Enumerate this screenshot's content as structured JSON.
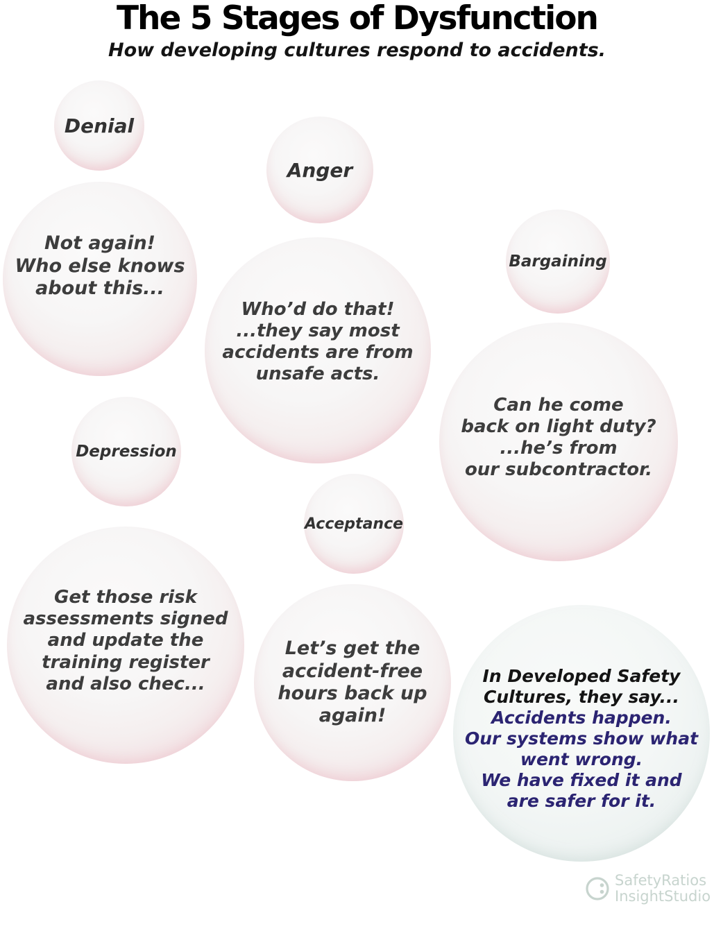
{
  "header": {
    "title": "The 5 Stages of Dysfunction",
    "subtitle": "How developing cultures respond to accidents."
  },
  "stages": [
    {
      "label": "Denial",
      "quote": "Not again!\nWho else knows\nabout this..."
    },
    {
      "label": "Anger",
      "quote": "Who’d do that!\n...they say most\naccidents are from\nunsafe acts."
    },
    {
      "label": "Bargaining",
      "quote": "Can he come\nback on light duty?\n...he’s from\nour subcontractor."
    },
    {
      "label": "Depression",
      "quote": "Get those risk\nassessments signed\nand update the\ntraining register\nand also chec..."
    },
    {
      "label": "Acceptance",
      "quote": "Let’s get the\naccident-free\nhours back up\nagain!"
    }
  ],
  "developed_culture": {
    "intro": "In Developed Safety\nCultures, they say...",
    "message": "Accidents happen.\nOur systems show what\nwent wrong.\nWe have fixed it and\nare safer for it."
  },
  "watermark": {
    "line1": "SafetyRatios",
    "line2": "InsightStudio",
    "icon": "circle-colon-logo-icon"
  },
  "colors": {
    "bubble_rim_pink": "#eec6cd",
    "bubble_rim_teal": "#dde6e4",
    "quote_text": "#3d3d3d",
    "developed_message_navy": "#2b2472",
    "watermark_gray": "#c7d4ce",
    "background": "#ffffff"
  }
}
